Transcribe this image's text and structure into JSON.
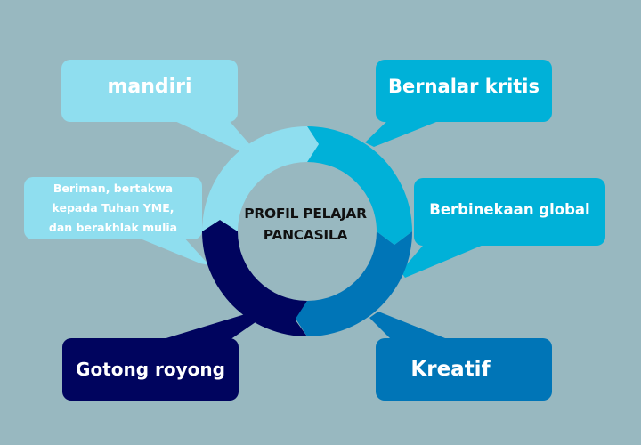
{
  "diagram": {
    "title": "PROFIL PELAJAR PANCASILA",
    "title_lines": [
      "PROFIL PELAJAR",
      "PANCASILA"
    ],
    "background": "#98b8c0",
    "nodes": [
      {
        "id": "mandiri",
        "label": "mandiri",
        "color": "#8fdeef"
      },
      {
        "id": "bernalar-kritis",
        "label": "Bernalar kritis",
        "color": "#00b1d8"
      },
      {
        "id": "berbinekaan-global",
        "label": "Berbinekaan global",
        "color": "#00b1d8"
      },
      {
        "id": "beriman",
        "label": "Beriman, bertakwa kepada Tuhan YME, dan berakhlak mulia",
        "lines": [
          "Beriman, bertakwa",
          "kepada Tuhan YME,",
          "dan berakhlak mulia"
        ],
        "color": "#8fdeef"
      },
      {
        "id": "gotong-royong",
        "label": "Gotong royong",
        "color": "#00045e"
      },
      {
        "id": "kreatif",
        "label": "Kreatif",
        "color": "#0075b7"
      }
    ],
    "ring_segments": [
      {
        "name": "top-left",
        "color": "#8fdeef"
      },
      {
        "name": "top-right",
        "color": "#00b1d8"
      },
      {
        "name": "bottom-right",
        "color": "#0075b7"
      },
      {
        "name": "bottom-left",
        "color": "#00045e"
      }
    ]
  }
}
